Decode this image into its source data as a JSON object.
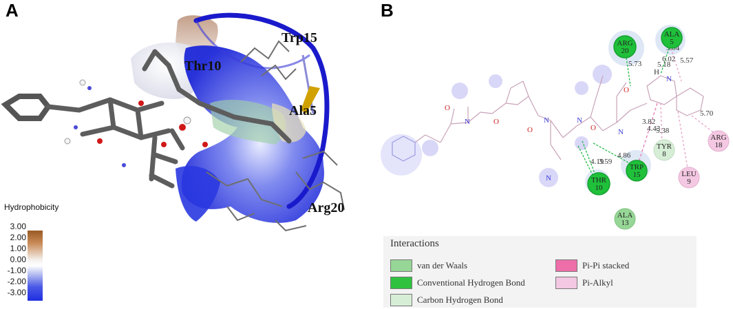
{
  "panels": {
    "a": "A",
    "b": "B"
  },
  "panel_a": {
    "residue_labels": {
      "trp15": "Trp15",
      "thr10": "Thr10",
      "ala5": "Ala5",
      "arg20": "Arg20"
    },
    "hydrophobicity": {
      "title": "Hydrophobicity",
      "ticks": [
        "3.00",
        "2.00",
        "1.00",
        "0.00",
        "-1.00",
        "-2.00",
        "-3.00"
      ]
    }
  },
  "panel_b": {
    "residues": {
      "arg20": {
        "name": "ARG",
        "num": "20"
      },
      "ala5": {
        "name": "ALA",
        "num": "5"
      },
      "thr10": {
        "name": "THR",
        "num": "10"
      },
      "trp15": {
        "name": "TRP",
        "num": "15"
      },
      "tyr8": {
        "name": "TYR",
        "num": "8"
      },
      "arg18": {
        "name": "ARG",
        "num": "18"
      },
      "leu9": {
        "name": "LEU",
        "num": "9"
      },
      "ala13": {
        "name": "ALA",
        "num": "13"
      }
    },
    "distances": [
      "5.73",
      "5.04",
      "6.02",
      "5.57",
      "5.18",
      "3.82",
      "4.43",
      "5.38",
      "5.70",
      "4.86",
      "4.19",
      "3.59"
    ],
    "atom_labels": [
      "H",
      "N",
      "O",
      "O",
      "O",
      "O",
      "O",
      "N",
      "N",
      "N",
      "N",
      "N"
    ],
    "legend": {
      "title": "Interactions",
      "items": [
        {
          "label": "van der Waals",
          "color": "#96d696"
        },
        {
          "label": "Conventional Hydrogen Bond",
          "color": "#2fc23f"
        },
        {
          "label": "Carbon Hydrogen Bond",
          "color": "#d6eed6"
        },
        {
          "label": "Pi-Pi stacked",
          "color": "#ee6ea9"
        },
        {
          "label": "Pi-Alkyl",
          "color": "#f4c8e2"
        }
      ]
    }
  },
  "colors": {
    "ribbon": "#1a1acc",
    "hbond": "#22bb44",
    "pi": "#e37ab4",
    "surface_blue": "#2533dd"
  }
}
